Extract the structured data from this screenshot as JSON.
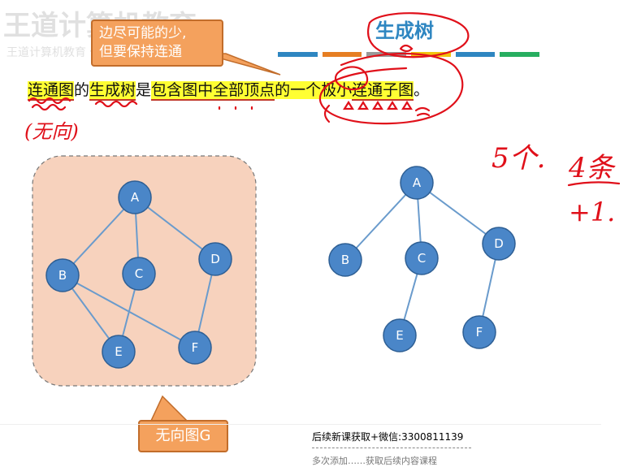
{
  "watermark": {
    "brand": "王道计算机教育",
    "caption": "王道计算机教育 但要保持连通"
  },
  "callout_top": {
    "text": "边尽可能的少,\n但要保持连通"
  },
  "title": "生成树",
  "color_bar": [
    "#2e86c1",
    "#e67e22",
    "#999999",
    "#f1c40f",
    "#2e86c1",
    "#27ae60"
  ],
  "definition": {
    "parts": [
      "连通图",
      "的",
      "生成树",
      "是",
      "包含图中全部顶点",
      "的一个",
      "极小",
      "连通子图",
      "。"
    ]
  },
  "handwriting": {
    "undirected": "(无向)",
    "count_vertices": "5个.",
    "count_edges": "4条",
    "plus_one": "+1."
  },
  "graph_left": {
    "label": "无向图G",
    "nodes": [
      {
        "id": "A",
        "label": "A"
      },
      {
        "id": "B",
        "label": "B"
      },
      {
        "id": "C",
        "label": "C"
      },
      {
        "id": "D",
        "label": "D"
      },
      {
        "id": "E",
        "label": "E"
      },
      {
        "id": "F",
        "label": "F"
      }
    ],
    "edges": [
      [
        "A",
        "B"
      ],
      [
        "A",
        "C"
      ],
      [
        "A",
        "D"
      ],
      [
        "B",
        "E"
      ],
      [
        "B",
        "F"
      ],
      [
        "C",
        "E"
      ],
      [
        "D",
        "F"
      ]
    ]
  },
  "graph_right": {
    "nodes": [
      {
        "id": "A",
        "label": "A"
      },
      {
        "id": "B",
        "label": "B"
      },
      {
        "id": "C",
        "label": "C"
      },
      {
        "id": "D",
        "label": "D"
      },
      {
        "id": "E",
        "label": "E"
      },
      {
        "id": "F",
        "label": "F"
      }
    ],
    "edges": [
      [
        "A",
        "B"
      ],
      [
        "A",
        "C"
      ],
      [
        "A",
        "D"
      ],
      [
        "C",
        "E"
      ],
      [
        "D",
        "F"
      ]
    ]
  },
  "colors": {
    "node_fill": "#4a86c8",
    "node_stroke": "#2e5f94",
    "edge": "#6a9bcc",
    "panel_fill": "#f7d2bd",
    "callout": "#f4a15d",
    "highlight": "#ffff33",
    "ink": "#e0101a"
  },
  "footer": {
    "promo": "后续新课获取+微信:3300811139",
    "sub": "多次添加……获取后续内容课程"
  }
}
